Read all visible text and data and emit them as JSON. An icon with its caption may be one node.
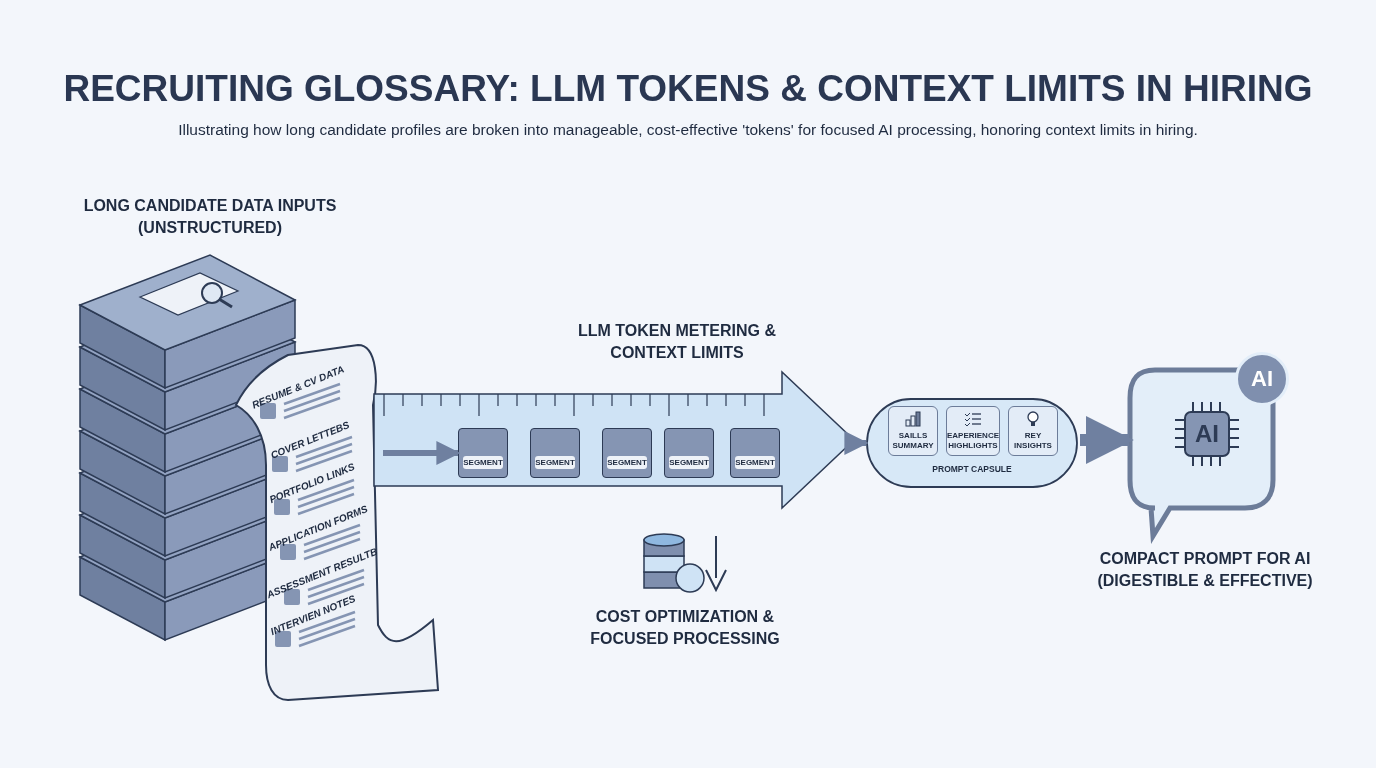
{
  "diagram": {
    "title": "RECRUITING GLOSSARY: LLM TOKENS & CONTEXT LIMITS IN HIRING",
    "caption": "Illustrating how long candidate profiles are broken into manageable, cost-effective 'tokens' for focused AI processing, honoring context limits in hiring.",
    "nodes": [
      {
        "text": [
          "LONG CANDIDATE DATA INPUTS (UNSTRUCTURED)"
        ]
      },
      {
        "text": [
          "RESUME & CV DATA",
          "COVER LETTEBS",
          "PORTFOLIO LINKS",
          "APPLICATION FORMS",
          "ASSESSMENT RESULTB",
          "INTERVIEN NOTES"
        ]
      },
      {
        "text": [
          "LLM TOKEN METERING & CONTEXT LIMITS"
        ]
      },
      {
        "text": [
          "SEGMENT"
        ],
        "in": 2
      },
      {
        "text": [
          "SEGMENT"
        ],
        "in": 2
      },
      {
        "text": [
          "SEGMENT"
        ],
        "in": 2
      },
      {
        "text": [
          "SEGMENT"
        ],
        "in": 2
      },
      {
        "text": [
          "SEGMENT"
        ],
        "in": 2
      },
      {
        "text": [
          "PROMPT CAPSULE"
        ]
      },
      {
        "text": [
          "SAILLS SUMMARY"
        ],
        "in": 8
      },
      {
        "text": [
          "EAPERIENCE HIGHLIGHTS"
        ],
        "in": 8
      },
      {
        "text": [
          "REY INSIGHTS"
        ],
        "in": 8
      },
      {
        "text": [
          "COMPACT PROMPT FOR AI (DIGESTIBLE & EFFECTIVE)"
        ]
      },
      {
        "text": [
          "AI"
        ],
        "in": 12
      },
      {
        "text": [
          "AI"
        ]
      }
    ],
    "edges": [
      {
        "from": 1,
        "to": 3,
        "arrow": "to"
      },
      {
        "from": 2,
        "to": 8,
        "arrow": "to"
      },
      {
        "from": 8,
        "to": 12,
        "arrow": "to",
        "style": "thick"
      }
    ],
    "labels": [
      "COST OPTIMIZATION & FOCUSED PROCESSING"
    ]
  }
}
